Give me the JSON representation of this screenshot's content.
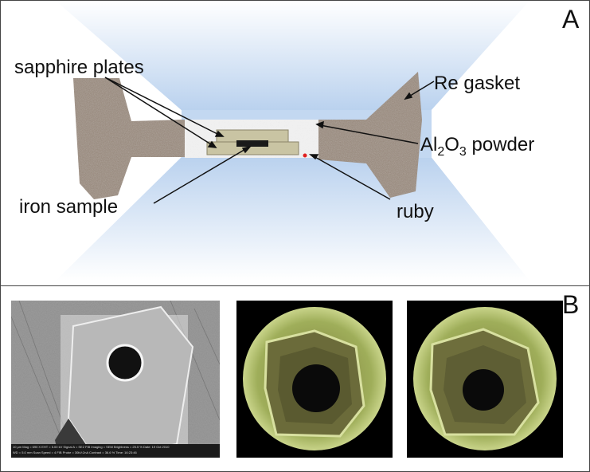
{
  "panel_a": {
    "letter": "A",
    "labels": {
      "sapphire_plates": "sapphire plates",
      "re_gasket": "Re gasket",
      "al2o3_main": "Al",
      "al2o3_sub1": "2",
      "al2o3_mid": "O",
      "al2o3_sub2": "3",
      "al2o3_suffix": " powder",
      "iron_sample": "iron sample",
      "ruby": "ruby"
    }
  },
  "panel_b": {
    "letter": "B",
    "sem_footer": "10 µm   Mag = 690 X   EHT = 5.00 kV   Signal A = SE2   FIB Imaging = SEM   Brightness = 25.5 %   Date: 19 Oct 2010",
    "sem_footer2": "WD = 5.0 mm   Scan Speed = 4   FIB Probe = 30kV:2nA   Contrast = 36.6 %   Time: 16:23:46"
  },
  "colors": {
    "gasket": "#9a8c80",
    "anvil_blue": "#bcd3ee",
    "powder": "#f2f2f2",
    "sapphire": "#c8c4a4",
    "sample": "#1a1a1a",
    "ruby": "#e02020"
  }
}
